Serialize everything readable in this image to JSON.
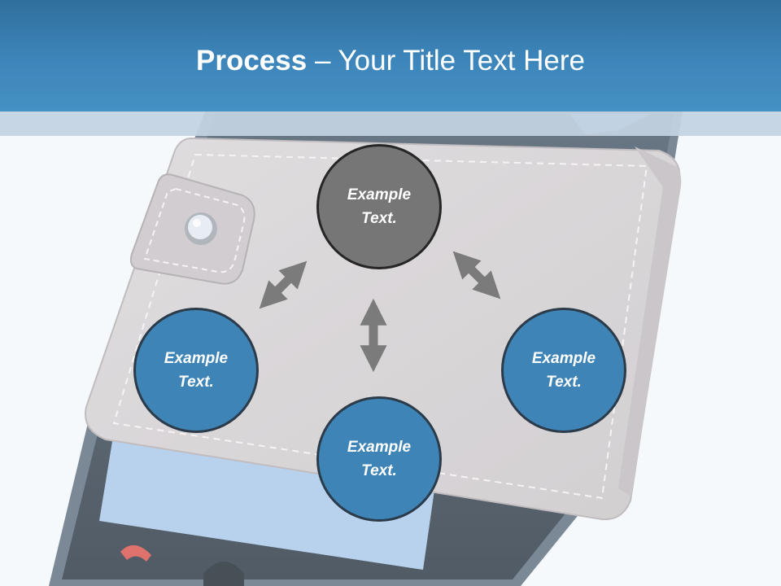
{
  "slide": {
    "title_bold": "Process",
    "title_rest": " – Your Title Text Here"
  },
  "diagram": {
    "top_node": {
      "line1": "Example",
      "line2": "Text."
    },
    "left_node": {
      "line1": "Example",
      "line2": "Text."
    },
    "right_node": {
      "line1": "Example",
      "line2": "Text."
    },
    "bottom_node": {
      "line1": "Example",
      "line2": "Text."
    }
  },
  "colors": {
    "header": "#3d86bb",
    "node_blue": "#3f84b6",
    "node_gray": "#767676",
    "arrow": "#7b7b7b"
  }
}
